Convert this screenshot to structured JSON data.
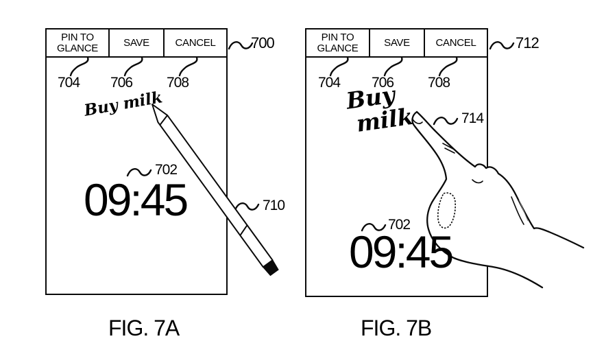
{
  "sheet": {
    "background": "#ffffff",
    "ink": "#000000"
  },
  "figures": [
    {
      "caption": "FIG. 7A",
      "frame_ref": "700",
      "buttons": [
        {
          "label": "PIN TO GLANCE",
          "ref": "704"
        },
        {
          "label": "SAVE",
          "ref": "706"
        },
        {
          "label": "CANCEL",
          "ref": "708"
        }
      ],
      "note_text": "Buy milk",
      "clock": {
        "time": "09:45",
        "ref": "702"
      },
      "stylus_ref": "710"
    },
    {
      "caption": "FIG. 7B",
      "frame_ref": "712",
      "buttons": [
        {
          "label": "PIN TO GLANCE",
          "ref": "704"
        },
        {
          "label": "SAVE",
          "ref": "706"
        },
        {
          "label": "CANCEL",
          "ref": "708"
        }
      ],
      "note_line1": "Buy",
      "note_line2": "milk",
      "clock": {
        "time": "09:45",
        "ref": "702"
      },
      "finger_ref": "714"
    }
  ]
}
